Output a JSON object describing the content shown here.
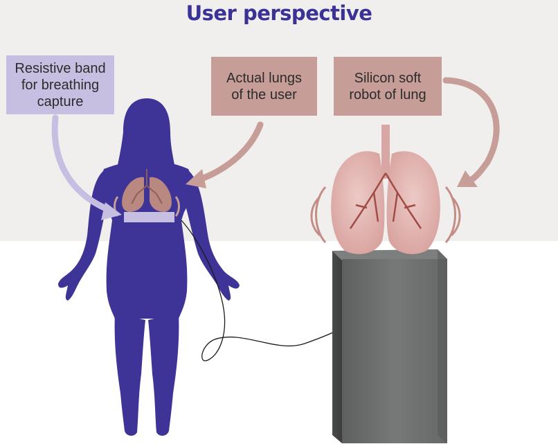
{
  "title": "User perspective",
  "labels": {
    "band": "Resistive band\nfor breathing\ncapture",
    "actual_lungs": "Actual lungs\nof the user",
    "robot": "Silicon soft\nrobot of lung"
  },
  "colors": {
    "title": "#3a3296",
    "silhouette": "#3e3396",
    "band_label": "#c7bfe2",
    "lung_label": "#c79d98",
    "lung": "#d9a7a3",
    "pedestal": "#6f7070"
  }
}
